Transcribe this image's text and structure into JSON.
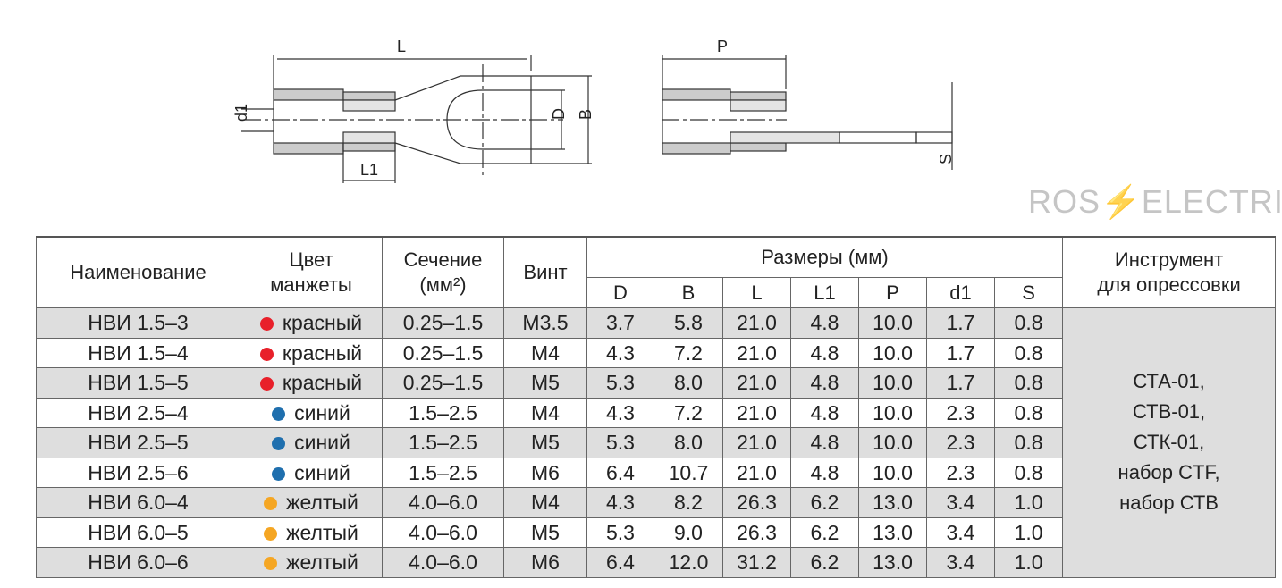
{
  "diagram": {
    "labels": {
      "L": "L",
      "L1": "L1",
      "d1": "d1",
      "D": "D",
      "B": "B",
      "P": "P",
      "S": "S"
    }
  },
  "watermark": {
    "left": "ROS",
    "right": "ELECTRIC"
  },
  "table": {
    "headers": {
      "name": "Наименование",
      "color_l1": "Цвет",
      "color_l2": "манжеты",
      "section_l1": "Сечение",
      "section_l2": "(мм²)",
      "screw": "Винт",
      "dims": "Размеры (мм)",
      "tool_l1": "Инструмент",
      "tool_l2": "для опрессовки"
    },
    "dim_headers": [
      "D",
      "B",
      "L",
      "L1",
      "P",
      "d1",
      "S"
    ],
    "colors": {
      "красный": "#e8202a",
      "синий": "#1f6fae",
      "желтый": "#f5a623"
    },
    "rows": [
      {
        "name": "НВИ 1.5–3",
        "color": "красный",
        "section": "0.25–1.5",
        "screw": "M3.5",
        "dims": [
          "3.7",
          "5.8",
          "21.0",
          "4.8",
          "10.0",
          "1.7",
          "0.8"
        ]
      },
      {
        "name": "НВИ 1.5–4",
        "color": "красный",
        "section": "0.25–1.5",
        "screw": "M4",
        "dims": [
          "4.3",
          "7.2",
          "21.0",
          "4.8",
          "10.0",
          "1.7",
          "0.8"
        ]
      },
      {
        "name": "НВИ 1.5–5",
        "color": "красный",
        "section": "0.25–1.5",
        "screw": "M5",
        "dims": [
          "5.3",
          "8.0",
          "21.0",
          "4.8",
          "10.0",
          "1.7",
          "0.8"
        ]
      },
      {
        "name": "НВИ 2.5–4",
        "color": "синий",
        "section": "1.5–2.5",
        "screw": "M4",
        "dims": [
          "4.3",
          "7.2",
          "21.0",
          "4.8",
          "10.0",
          "2.3",
          "0.8"
        ]
      },
      {
        "name": "НВИ 2.5–5",
        "color": "синий",
        "section": "1.5–2.5",
        "screw": "M5",
        "dims": [
          "5.3",
          "8.0",
          "21.0",
          "4.8",
          "10.0",
          "2.3",
          "0.8"
        ]
      },
      {
        "name": "НВИ 2.5–6",
        "color": "синий",
        "section": "1.5–2.5",
        "screw": "M6",
        "dims": [
          "6.4",
          "10.7",
          "21.0",
          "4.8",
          "10.0",
          "2.3",
          "0.8"
        ]
      },
      {
        "name": "НВИ 6.0–4",
        "color": "желтый",
        "section": "4.0–6.0",
        "screw": "M4",
        "dims": [
          "4.3",
          "8.2",
          "26.3",
          "6.2",
          "13.0",
          "3.4",
          "1.0"
        ]
      },
      {
        "name": "НВИ 6.0–5",
        "color": "желтый",
        "section": "4.0–6.0",
        "screw": "M5",
        "dims": [
          "5.3",
          "9.0",
          "26.3",
          "6.2",
          "13.0",
          "3.4",
          "1.0"
        ]
      },
      {
        "name": "НВИ 6.0–6",
        "color": "желтый",
        "section": "4.0–6.0",
        "screw": "M6",
        "dims": [
          "6.4",
          "12.0",
          "31.2",
          "6.2",
          "13.0",
          "3.4",
          "1.0"
        ]
      }
    ],
    "tools": [
      "СТА-01,",
      "СТВ-01,",
      "СТК-01,",
      "набор CTF,",
      "набор СТВ"
    ]
  }
}
